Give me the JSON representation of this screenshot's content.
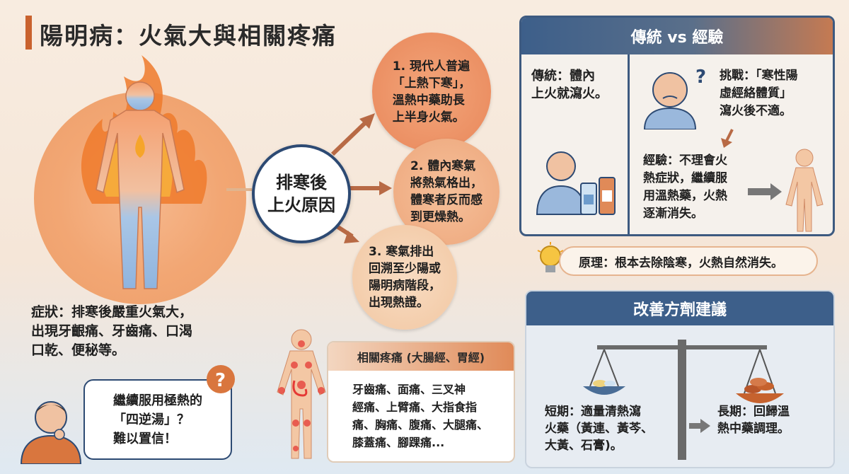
{
  "title": "陽明病：火氣大與相關疼痛",
  "symptoms": "症狀：排寒後嚴重火氣大，\n出現牙齦痛、牙齒痛、口渴\n口乾、便秘等。",
  "center": "排寒後\n上火原因",
  "causes": [
    "1. 現代人普遍\n「上熱下寒」，\n溫熱中藥助長\n上半身火氣。",
    "2. 體內寒氣\n將熱氣格出，\n體寒者反而感\n到更燥熱。",
    "3. 寒氣排出\n回溯至少陽或\n陽明病階段，\n出現熱證。"
  ],
  "traditional": {
    "header": "傳統 vs 經驗",
    "traditional_text": "傳統：體內\n上火就瀉火。",
    "challenge_text": "挑戰：「寒性陽\n虛經絡體質」\n瀉火後不適。",
    "experience_text": "經驗：不理會火\n熱症狀，繼續服\n用溫熱藥，火熱\n逐漸消失。"
  },
  "principle": "原理：根本去除陰寒，火熱自然消失。",
  "improve": {
    "header": "改善方劑建議",
    "short_term": "短期：適量清熱瀉\n火藥（黃連、黃芩、\n大黃、石膏)。",
    "long_term": "長期：回歸溫\n熱中藥調理。"
  },
  "pain": {
    "header": "相關疼痛 (大腸經、胃經)",
    "text": "牙齒痛、面痛、三叉神\n經痛、上臂痛、大指食指\n痛、胸痛、腹痛、大腿痛、\n膝蓋痛、腳踝痛..."
  },
  "bubble": "繼續服用極熱的\n「四逆湯」？\n難以置信！",
  "icons": {
    "question": "?",
    "bulb": "lightbulb-icon"
  },
  "colors": {
    "accent": "#c9622e",
    "navy": "#2d4a73",
    "orange": "#e9875a"
  }
}
